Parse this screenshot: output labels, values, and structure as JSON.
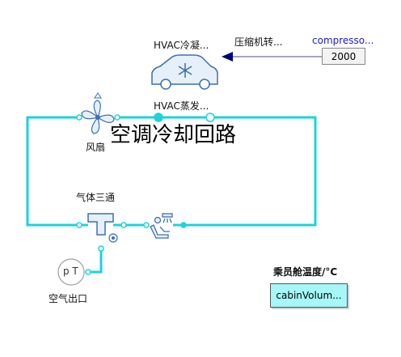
{
  "diagram": {
    "title": "空调冷却回路",
    "condenser_label": "HVAC冷凝...",
    "compressor_speed_label": "压缩机转...",
    "compressor_signal_label": "compresso...",
    "compressor_value": "2000",
    "evaporator_label": "HVAC蒸发...",
    "fan_label": "风扇",
    "tee_label": "气体三通",
    "sensor_text": "p T",
    "outlet_label": "空气出口",
    "cabin_temp_label": "乘员舱温度/°C",
    "cabin_value": "cabinVolum..."
  },
  "colors": {
    "pipe": "#1bd3dc",
    "signal": "#4a4a8a",
    "arrow": "#000080",
    "component_stroke": "#3b6fb0",
    "component_fill": "#e6f0fa",
    "display_fill": "#a6f7f7"
  }
}
